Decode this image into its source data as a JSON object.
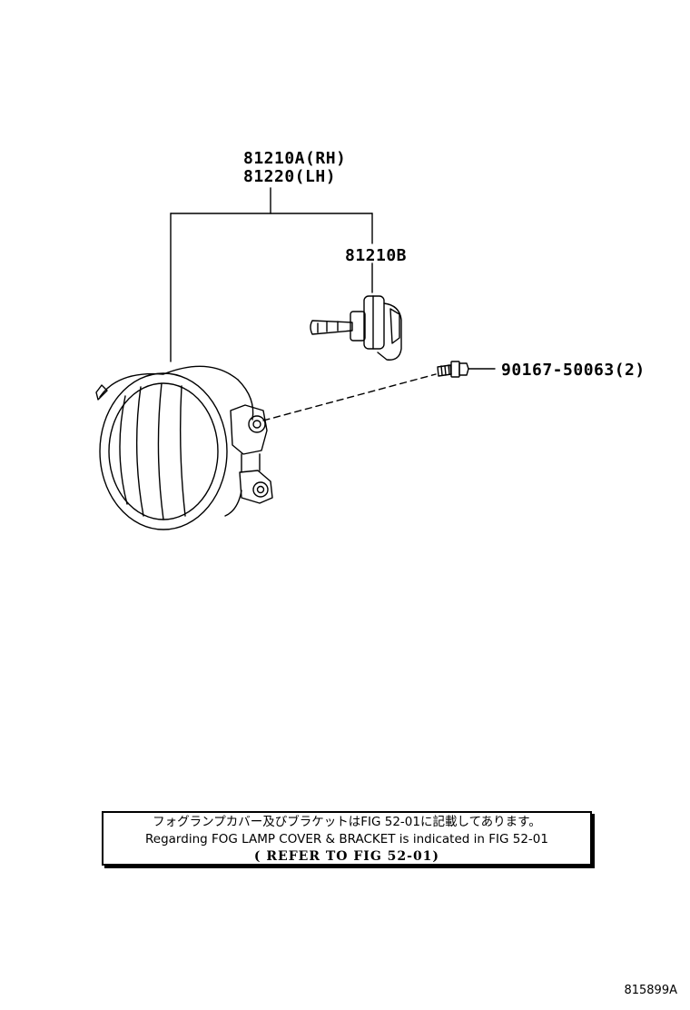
{
  "parts": {
    "fog_lamp_rh": "81210A(RH)",
    "fog_lamp_lh": "81220(LH)",
    "bulb": "81210B",
    "screw": "90167-50063(2)"
  },
  "note": {
    "japanese": "フォグランプカバー及びブラケットはFIG 52-01に記載してあります。",
    "english": "Regarding FOG LAMP COVER & BRACKET is indicated in FIG 52-01",
    "reference": "( REFER TO FIG 52-01)"
  },
  "figure_id": "815899A"
}
